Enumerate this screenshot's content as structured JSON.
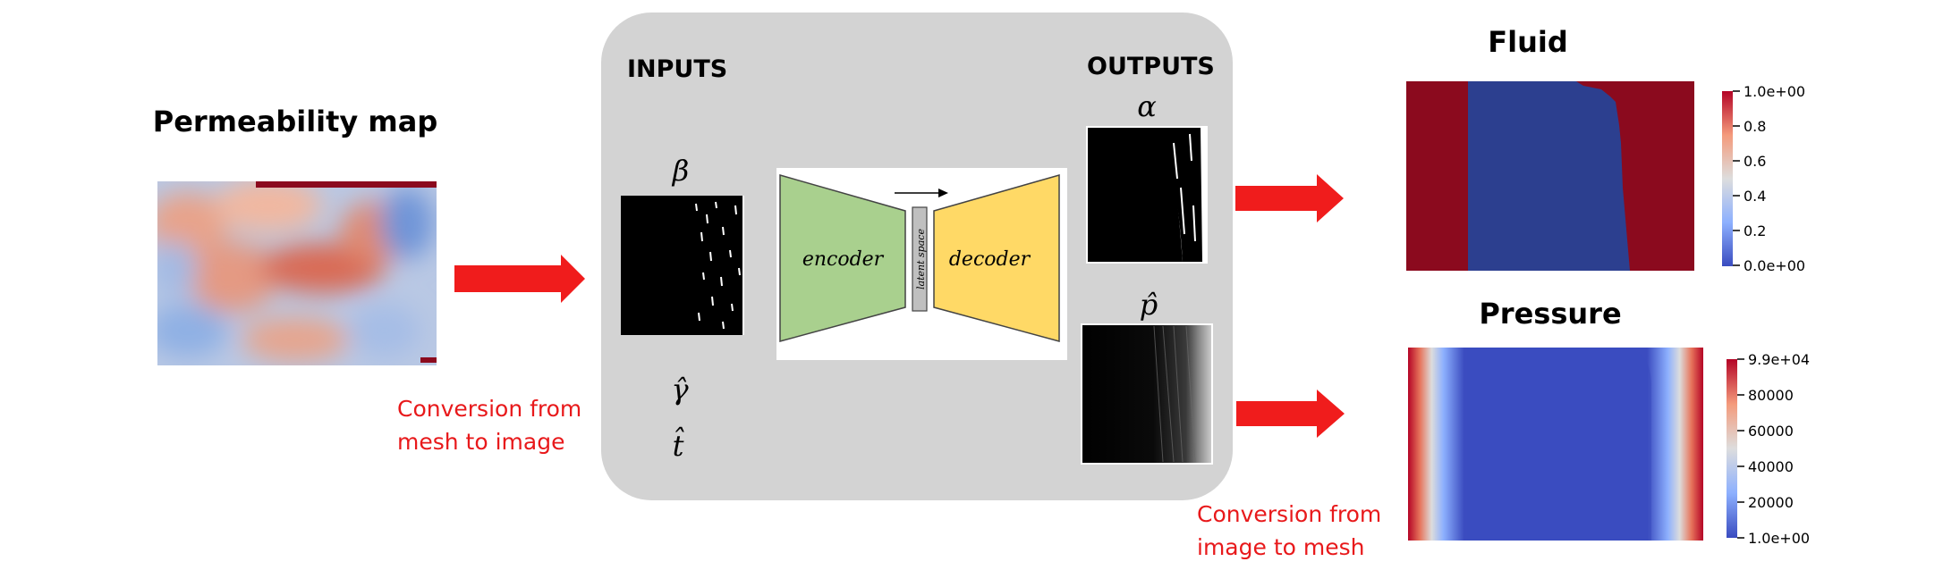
{
  "left": {
    "title": "Permeability map",
    "caption_line1": "Conversion from",
    "caption_line2": "mesh to image"
  },
  "center": {
    "inputs_label": "INPUTS",
    "outputs_label": "OUTPUTS",
    "input_beta": "β",
    "input_gamma": "γ̂",
    "input_t": "t̂",
    "encoder_label": "encoder",
    "decoder_label": "decoder",
    "latent_label": "latent space",
    "output_alpha": "α",
    "output_p": "p̂"
  },
  "right": {
    "fluid_title": "Fluid",
    "pressure_title": "Pressure",
    "caption_line1": "Conversion from",
    "caption_line2": "image to mesh",
    "fluid_colorbar_ticks": [
      "1.0e+00",
      "0.8",
      "0.6",
      "0.4",
      "0.2",
      "0.0e+00"
    ],
    "pressure_colorbar_ticks": [
      "9.9e+04",
      "80000",
      "60000",
      "40000",
      "20000",
      "1.0e+00"
    ]
  },
  "colors": {
    "arrow": "#f01c1c",
    "caption": "#e8191b",
    "panel": "#d3d3d3",
    "encoder": "#a9d08e",
    "decoder": "#ffd966",
    "fluid_red": "#8b0a1e",
    "fluid_blue": "#2c3f8f"
  }
}
